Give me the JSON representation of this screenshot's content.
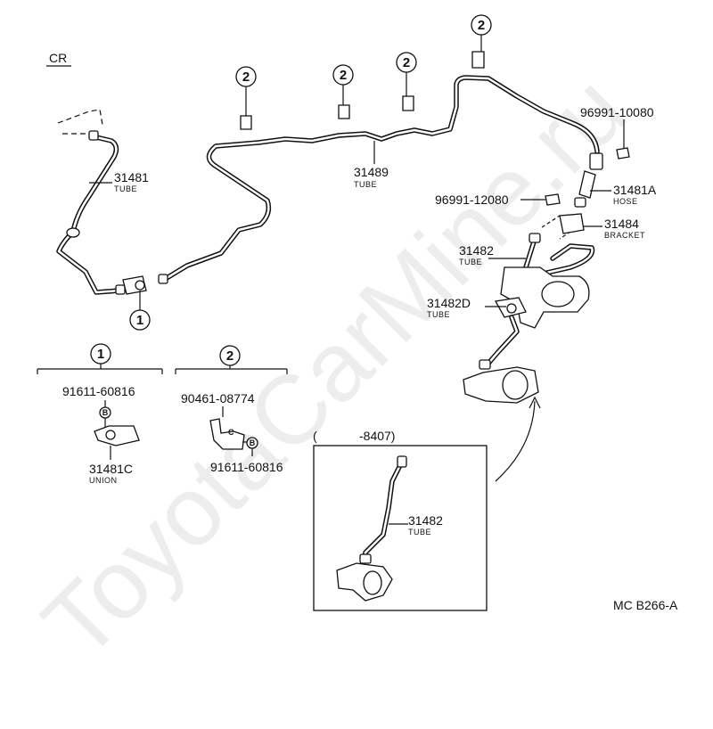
{
  "watermark": "ToyotaCarMine.ru",
  "section_code": "CR",
  "diagram_code": "MC B266-A",
  "callouts": {
    "c1": "1",
    "c2": "2",
    "b": "B"
  },
  "parts": {
    "p31481": {
      "number": "31481",
      "name": "TUBE"
    },
    "p31489": {
      "number": "31489",
      "name": "TUBE"
    },
    "p96991_10080": {
      "number": "96991-10080"
    },
    "p31481A": {
      "number": "31481A",
      "name": "HOSE"
    },
    "p96991_12080": {
      "number": "96991-12080"
    },
    "p31484": {
      "number": "31484",
      "name": "BRACKET"
    },
    "p31482": {
      "number": "31482",
      "name": "TUBE"
    },
    "p31482D": {
      "number": "31482D",
      "name": "TUBE"
    },
    "p91611_60816_a": {
      "number": "91611-60816"
    },
    "p31481C": {
      "number": "31481C",
      "name": "UNION"
    },
    "p90461_08774": {
      "number": "90461-08774"
    },
    "p91611_60816_b": {
      "number": "91611-60816"
    },
    "inset_31482": {
      "number": "31482",
      "name": "TUBE"
    }
  },
  "inset": {
    "open_paren": "(",
    "range": "-8407)"
  }
}
